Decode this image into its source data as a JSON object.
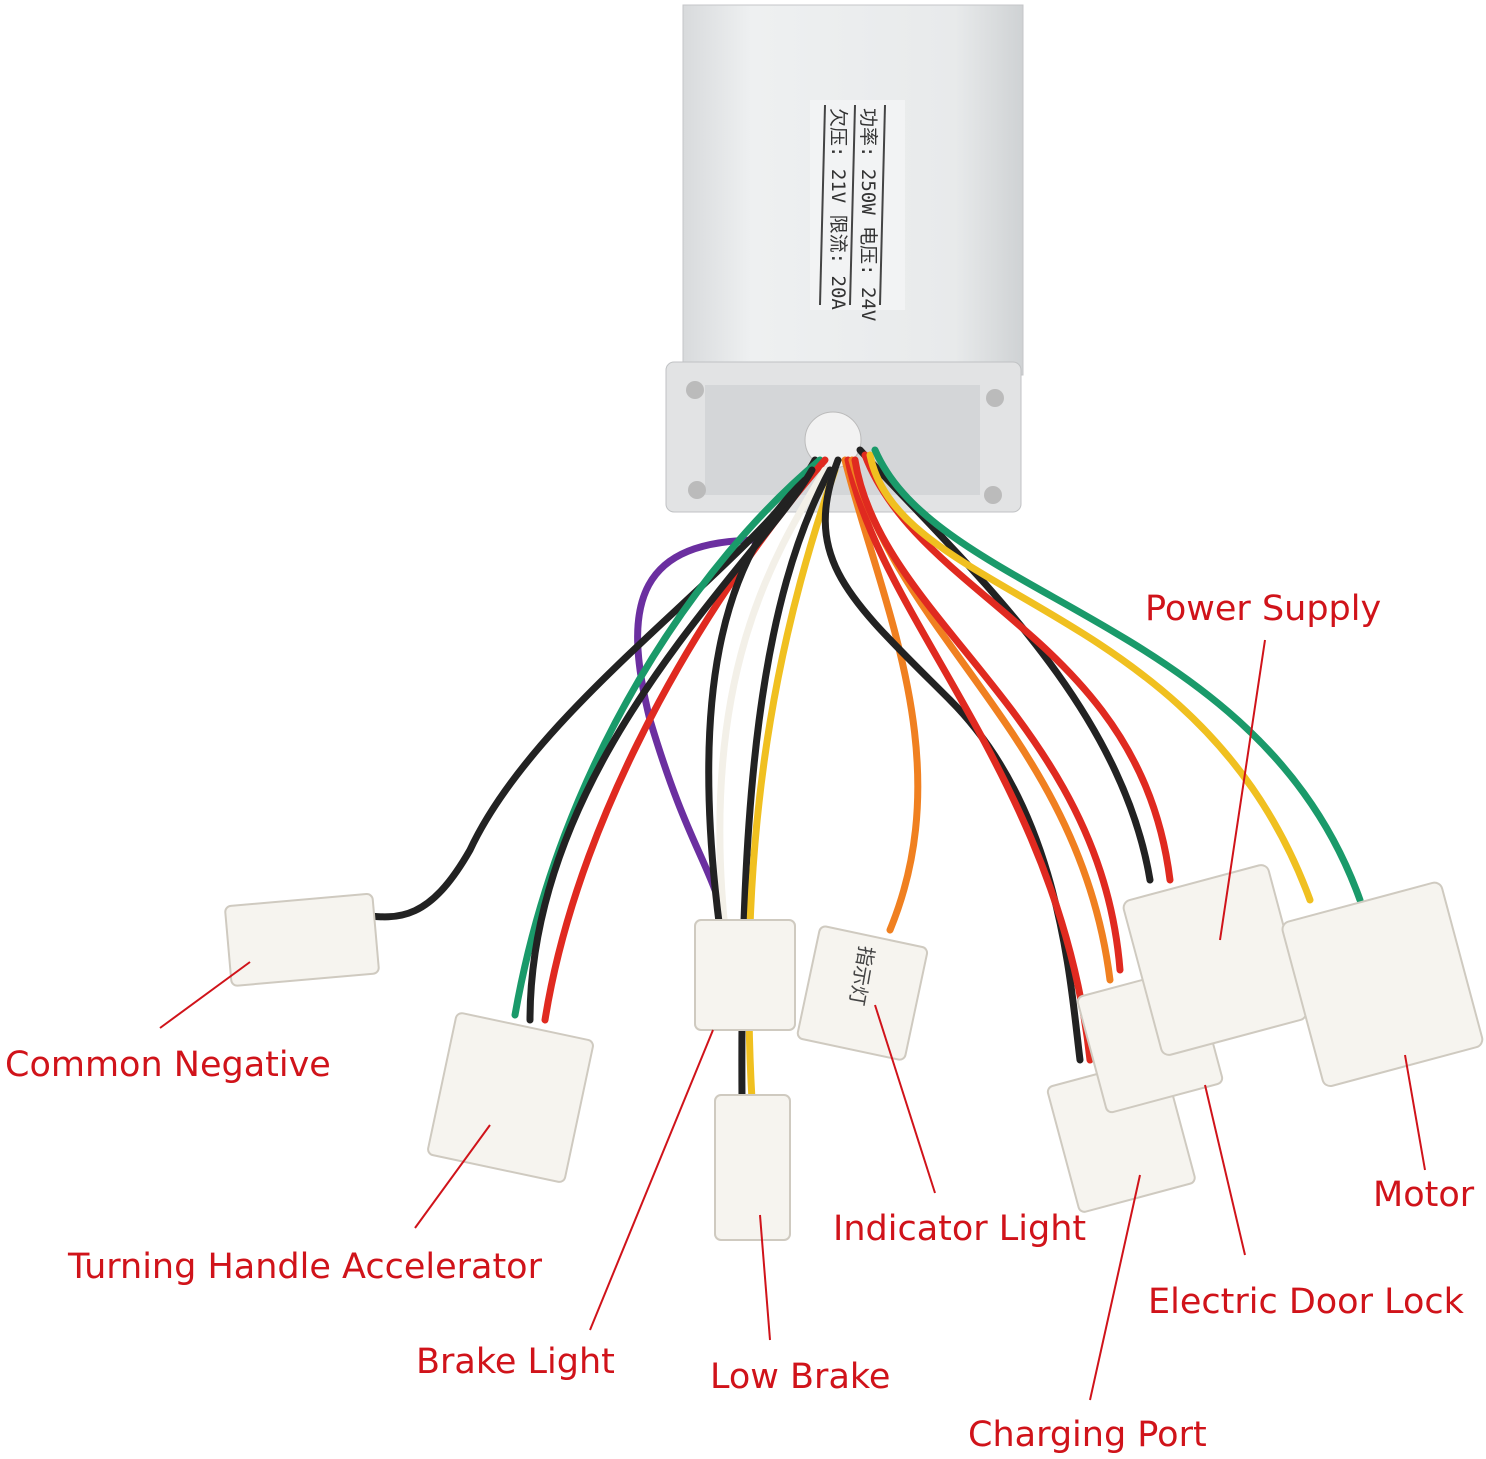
{
  "controller": {
    "plate_line1": "功率: 250W  电压: 24V",
    "plate_line2": "欠压: 21V  限流: 20A"
  },
  "connector_marking": "指示灯",
  "label_color": "#d0131a",
  "labels": {
    "power_supply": "Power Supply",
    "common_negative": "Common Negative",
    "turning_handle_accelerator": "Turning Handle Accelerator",
    "brake_light": "Brake Light",
    "low_brake": "Low Brake",
    "indicator_light": "Indicator Light",
    "charging_port": "Charging Port",
    "electric_door_lock": "Electric Door Lock",
    "motor": "Motor"
  }
}
